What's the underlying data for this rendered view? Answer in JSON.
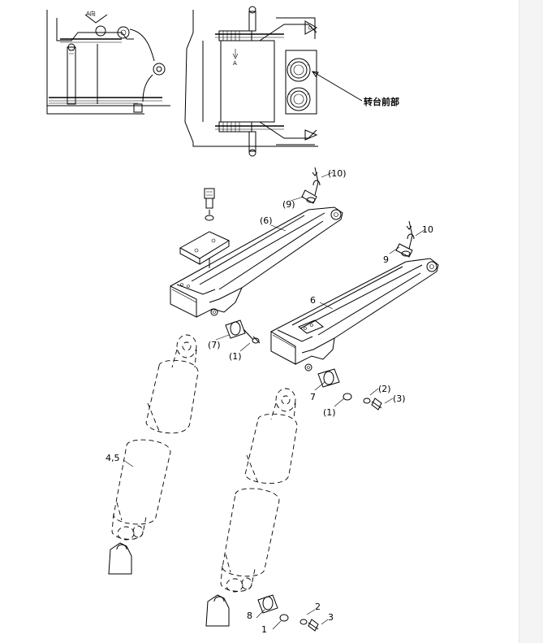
{
  "labels": {
    "top_left_view": "A向",
    "top_view_arrow": "A",
    "top_note": "转台前部",
    "upper_arm_pin_clip": "(10)",
    "upper_arm_pin": "(9)",
    "upper_arm": "(6)",
    "upper_front_pin": "(7)",
    "upper_washer": "(1)",
    "right_arm_pin_clip": "10",
    "right_arm_pin": "9",
    "right_arm": "6",
    "right_front_pin": "7",
    "right_washer": "(1)",
    "right_nut": "(2)",
    "right_bolt": "(3)",
    "cylinders": "4,5",
    "bottom_pin": "8",
    "bottom_washer": "1",
    "bottom_nut": "2",
    "bottom_bolt": "3"
  }
}
